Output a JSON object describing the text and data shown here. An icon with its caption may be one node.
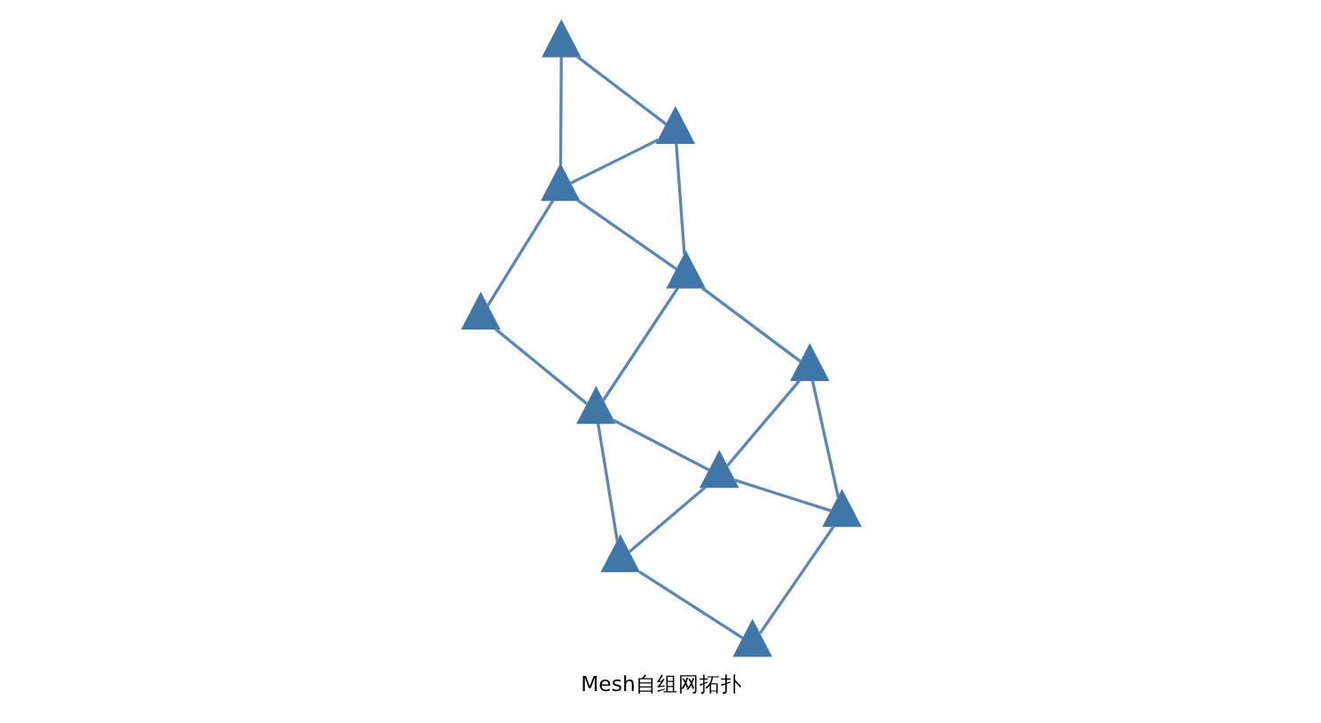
{
  "diagram": {
    "caption": "Mesh自组网拓扑",
    "nodes": [
      {
        "text": [],
        "shape": "antenna"
      },
      {
        "text": [],
        "shape": "antenna"
      },
      {
        "text": [],
        "shape": "antenna"
      },
      {
        "text": [],
        "shape": "antenna"
      },
      {
        "text": [],
        "shape": "antenna"
      },
      {
        "text": [],
        "shape": "antenna"
      },
      {
        "text": [],
        "shape": "antenna"
      },
      {
        "text": [],
        "shape": "antenna"
      },
      {
        "text": [],
        "shape": "antenna"
      },
      {
        "text": [],
        "shape": "antenna"
      },
      {
        "text": [],
        "shape": "antenna"
      }
    ],
    "edges": [
      {
        "from": 1,
        "to": 0,
        "arrow": "none"
      },
      {
        "from": 1,
        "to": 4,
        "arrow": "none"
      },
      {
        "from": 1,
        "to": 2,
        "arrow": "none"
      },
      {
        "from": 0,
        "to": 2,
        "arrow": "none"
      },
      {
        "from": 2,
        "to": 4,
        "arrow": "none"
      },
      {
        "from": 2,
        "to": 3,
        "arrow": "none"
      },
      {
        "from": 4,
        "to": 6,
        "arrow": "none"
      },
      {
        "from": 4,
        "to": 5,
        "arrow": "none"
      },
      {
        "from": 3,
        "to": 5,
        "arrow": "none"
      },
      {
        "from": 6,
        "to": 9,
        "arrow": "none"
      },
      {
        "from": 6,
        "to": 7,
        "arrow": "none"
      },
      {
        "from": 7,
        "to": 9,
        "arrow": "none"
      },
      {
        "from": 7,
        "to": 5,
        "arrow": "none"
      },
      {
        "from": 7,
        "to": 8,
        "arrow": "none"
      },
      {
        "from": 5,
        "to": 8,
        "arrow": "none"
      },
      {
        "from": 9,
        "to": 10,
        "arrow": "none"
      },
      {
        "from": 8,
        "to": 10,
        "arrow": "none"
      }
    ]
  }
}
